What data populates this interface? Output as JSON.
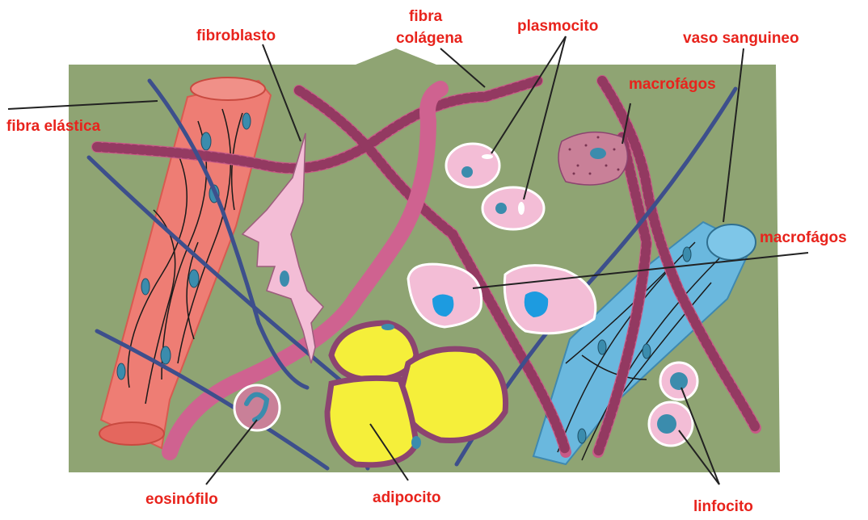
{
  "colors": {
    "tissue_background": "#8fa473",
    "label_text": "#e8231c",
    "elastic_fiber": "#3d4f8c",
    "collagen_fiber": "#c85a87",
    "muscle_fiber": "#ee7d74",
    "blood_vessel": "#6ab8de",
    "adipocyte_fill": "#f5ef3a",
    "adipocyte_border": "#8c4470",
    "cell_pink": "#f3bdd6",
    "nucleus": "#3b8cad"
  },
  "labels": {
    "fibra_elastica": "fibra elástica",
    "fibroblasto": "fibroblasto",
    "fibra_colagena_line1": "fibra",
    "fibra_colagena_line2": "colágena",
    "plasmocito": "plasmocito",
    "vaso_sanguineo": "vaso sanguineo",
    "macrofagos_top": "macrofágos",
    "macrofagos_right": "macrofágos",
    "eosinofilo": "eosinófilo",
    "adipocito": "adipocito",
    "linfocito": "linfocito"
  }
}
